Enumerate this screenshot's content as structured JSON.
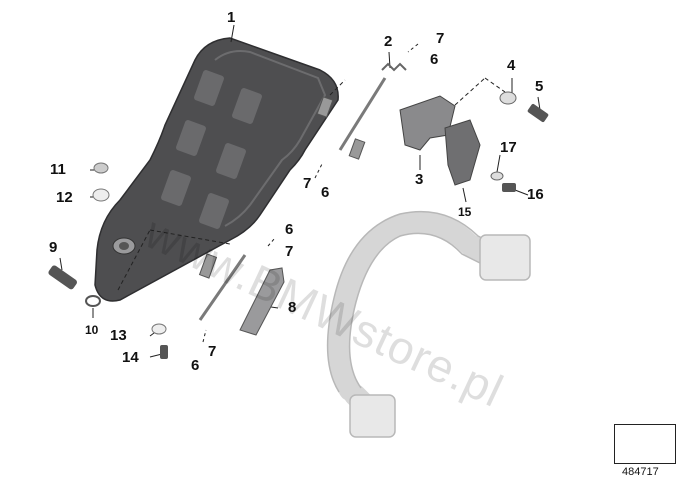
{
  "diagram": {
    "watermark": "www.BMWstore.pl",
    "reference_number": "484717",
    "callouts": [
      {
        "id": "c1",
        "text": "1"
      },
      {
        "id": "c2",
        "text": "2"
      },
      {
        "id": "c7a",
        "text": "7"
      },
      {
        "id": "c6a",
        "text": "6"
      },
      {
        "id": "c4",
        "text": "4"
      },
      {
        "id": "c5",
        "text": "5"
      },
      {
        "id": "c11",
        "text": "11"
      },
      {
        "id": "c12",
        "text": "12"
      },
      {
        "id": "c17",
        "text": "17"
      },
      {
        "id": "c3",
        "text": "3"
      },
      {
        "id": "c7b",
        "text": "7"
      },
      {
        "id": "c6b",
        "text": "6"
      },
      {
        "id": "c16",
        "text": "16"
      },
      {
        "id": "c15",
        "text": "15"
      },
      {
        "id": "c9",
        "text": "9"
      },
      {
        "id": "c6c",
        "text": "6"
      },
      {
        "id": "c7c",
        "text": "7"
      },
      {
        "id": "c8",
        "text": "8"
      },
      {
        "id": "c10",
        "text": "10"
      },
      {
        "id": "c13",
        "text": "13"
      },
      {
        "id": "c14",
        "text": "14"
      },
      {
        "id": "c6d",
        "text": "6"
      },
      {
        "id": "c7d",
        "text": "7"
      }
    ]
  }
}
